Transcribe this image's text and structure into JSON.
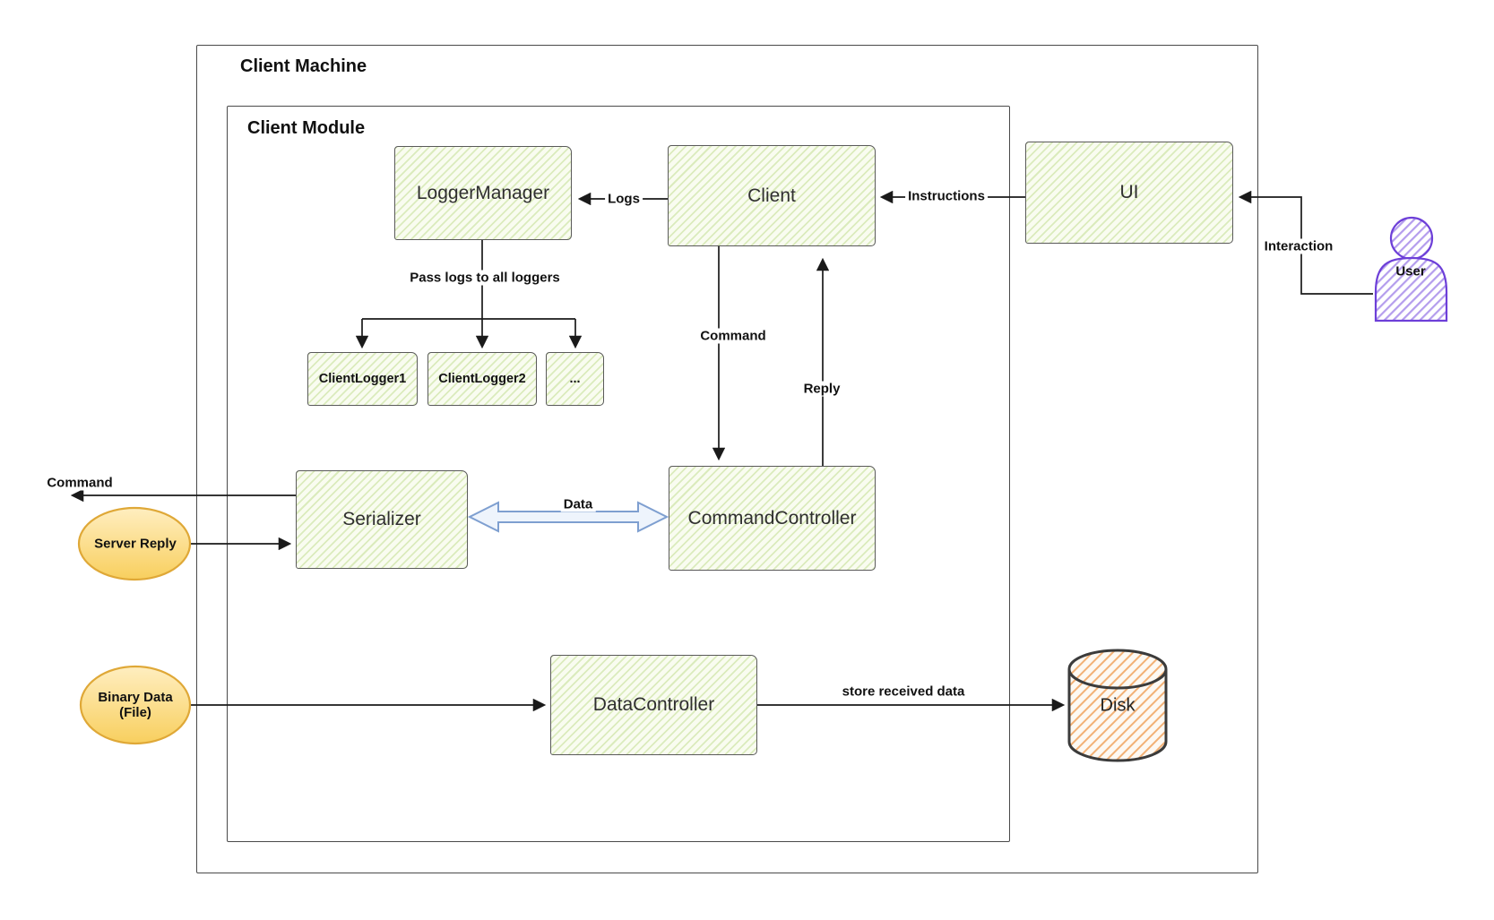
{
  "containers": {
    "client_machine": {
      "title": "Client Machine"
    },
    "client_module": {
      "title": "Client Module"
    }
  },
  "nodes": {
    "logger_manager": {
      "label": "LoggerManager"
    },
    "client": {
      "label": "Client"
    },
    "ui": {
      "label": "UI"
    },
    "client_logger1": {
      "label": "ClientLogger1"
    },
    "client_logger2": {
      "label": "ClientLogger2"
    },
    "logger_ellipsis": {
      "label": "..."
    },
    "serializer": {
      "label": "Serializer"
    },
    "command_controller": {
      "label": "CommandController"
    },
    "data_controller": {
      "label": "DataController"
    },
    "disk": {
      "label": "Disk"
    }
  },
  "externals": {
    "server_reply": {
      "label": "Server Reply"
    },
    "binary_data": {
      "label_line1": "Binary Data",
      "label_line2": "(File)"
    },
    "user": {
      "label": "User"
    }
  },
  "edges": {
    "logs": {
      "label": "Logs"
    },
    "instructions": {
      "label": "Instructions"
    },
    "interaction": {
      "label": "Interaction"
    },
    "pass_logs": {
      "label": "Pass logs to all loggers"
    },
    "command_to_controller": {
      "label": "Command"
    },
    "reply": {
      "label": "Reply"
    },
    "data": {
      "label": "Data"
    },
    "command_out": {
      "label": "Command"
    },
    "store_received_data": {
      "label": "store received data"
    }
  },
  "colors": {
    "node_fill": "#f9fcf0",
    "node_hatch": "#cde6a3",
    "node_border": "#5a5a5a",
    "frame_border": "#4a4a4a",
    "ellipse_fill_top": "#ffeaa8",
    "ellipse_fill_bottom": "#f8cf5e",
    "ellipse_border": "#dfa837",
    "disk_hatch": "#f2b176",
    "disk_border": "#3b3b3b",
    "user_purple": "#6d3fd8",
    "user_hatch": "#b49ded",
    "data_arrow_stroke": "#7e9fd0",
    "data_arrow_fill": "#eef4fc",
    "line_color": "#1a1a1a"
  }
}
